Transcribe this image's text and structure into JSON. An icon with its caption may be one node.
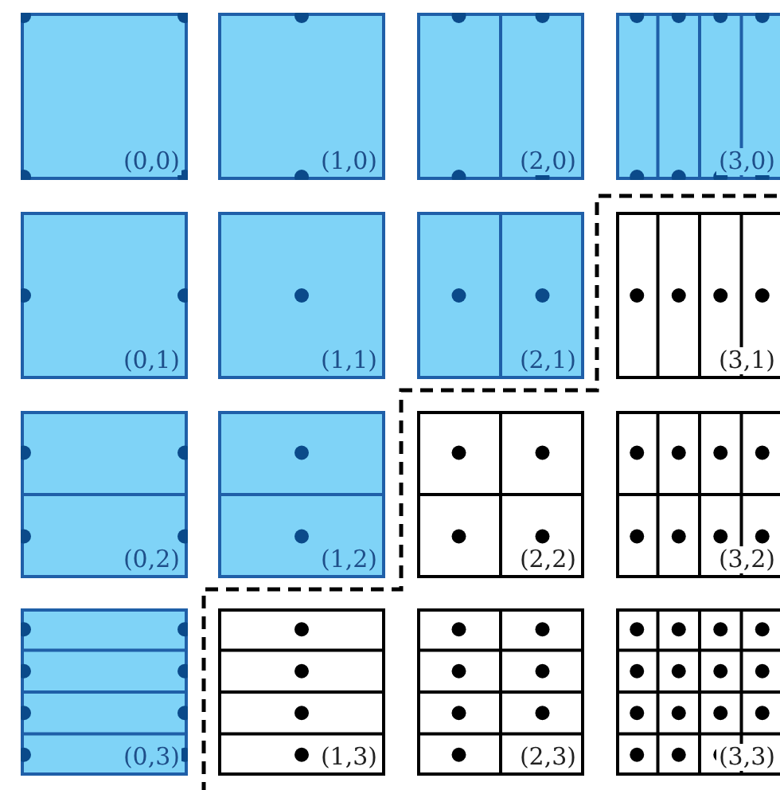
{
  "diagram": {
    "nodes": [
      {
        "text": [
          "(0,0)"
        ]
      },
      {
        "text": [
          "(1,0)"
        ]
      },
      {
        "text": [
          "(2,0)"
        ]
      },
      {
        "text": [
          "(3,0)"
        ]
      },
      {
        "text": [
          "(0,1)"
        ]
      },
      {
        "text": [
          "(1,1)"
        ]
      },
      {
        "text": [
          "(2,1)"
        ]
      },
      {
        "text": [
          "(3,1)"
        ]
      },
      {
        "text": [
          "(0,2)"
        ]
      },
      {
        "text": [
          "(1,2)"
        ]
      },
      {
        "text": [
          "(2,2)"
        ]
      },
      {
        "text": [
          "(3,2)"
        ]
      },
      {
        "text": [
          "(0,3)"
        ]
      },
      {
        "text": [
          "(1,3)"
        ]
      },
      {
        "text": [
          "(2,3)"
        ]
      },
      {
        "text": [
          "(3,3)"
        ]
      }
    ]
  }
}
